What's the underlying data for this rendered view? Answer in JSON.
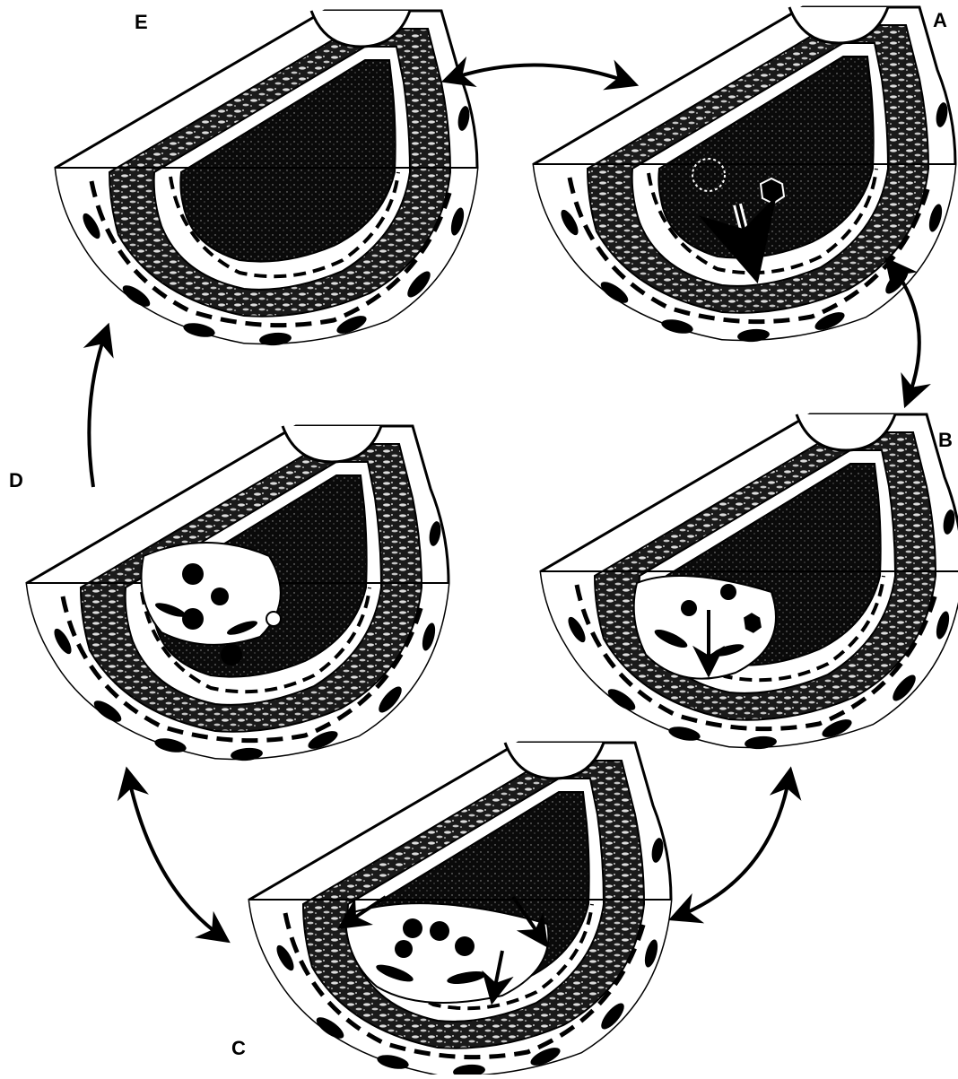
{
  "labels": {
    "a": "A",
    "b": "B",
    "c": "C",
    "d": "D",
    "e": "E"
  },
  "colors": {
    "ink": "#000000",
    "paper": "#ffffff",
    "tissue": "#2a2a2a"
  }
}
